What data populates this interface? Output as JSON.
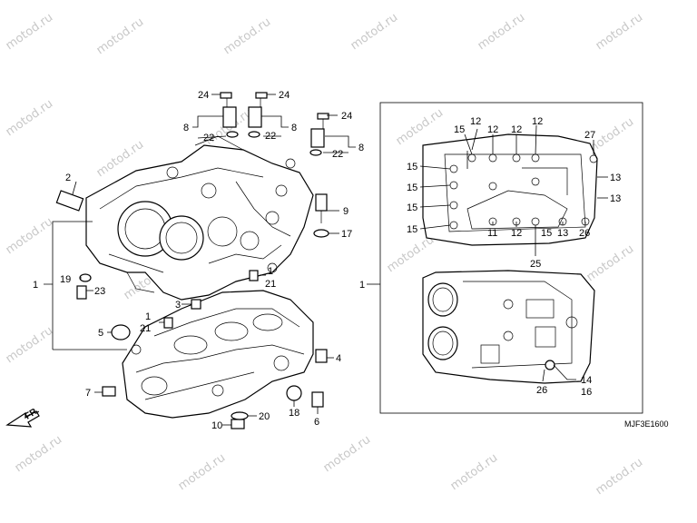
{
  "diagram": {
    "title_code": "MJF3E1600",
    "direction_label": "FR.",
    "watermark_text": "motod.ru",
    "colors": {
      "line": "#000000",
      "watermark": "#c8c8c8",
      "background": "#ffffff"
    },
    "callouts": {
      "c24a": "24",
      "c24b": "24",
      "c24c": "24",
      "c8a": "8",
      "c8b": "8",
      "c8c": "8",
      "c22a": "22",
      "c22b": "22",
      "c22c": "22",
      "c2": "2",
      "c9": "9",
      "c17": "17",
      "c1a": "1",
      "c1b": "1",
      "c1c": "1",
      "c1d": "1",
      "c21a": "21",
      "c21b": "21",
      "c19": "19",
      "c23": "23",
      "c3": "3",
      "c5": "5",
      "c4": "4",
      "c7": "7",
      "c18": "18",
      "c6": "6",
      "c10": "10",
      "c20": "20",
      "r12a": "12",
      "r12b": "12",
      "r12c": "12",
      "r12d": "12",
      "r12e": "12",
      "r15a": "15",
      "r15b": "15",
      "r15c": "15",
      "r15d": "15",
      "r15e": "15",
      "r15f": "15",
      "r27": "27",
      "r13a": "13",
      "r13b": "13",
      "r13c": "13",
      "r11": "11",
      "r25": "25",
      "r26a": "26",
      "r26b": "26",
      "r14": "14",
      "r16": "16"
    }
  }
}
